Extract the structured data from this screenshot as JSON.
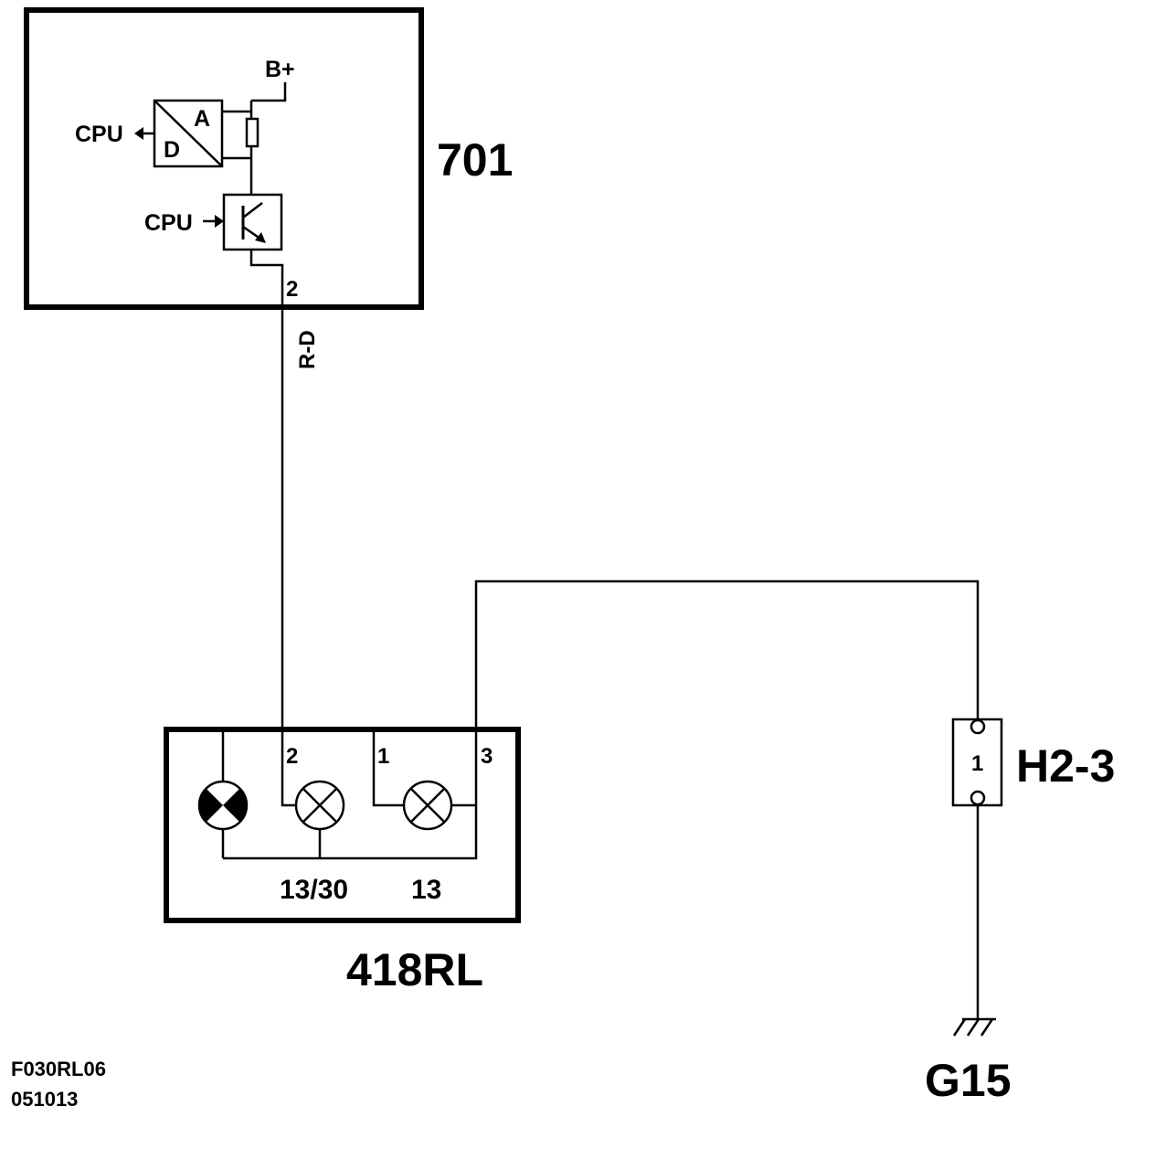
{
  "components": {
    "ecu": {
      "id": "701",
      "b_plus": "B+",
      "cpu_out": "CPU",
      "cpu_in": "CPU",
      "adc_a": "A",
      "adc_d": "D",
      "pin": "2"
    },
    "wire": {
      "color_code": "R-D"
    },
    "lamp_unit": {
      "id": "418RL",
      "pin_2": "2",
      "pin_1": "1",
      "pin_3": "3",
      "label_1330": "13/30",
      "label_13": "13"
    },
    "connector": {
      "id": "H2-3",
      "pin": "1"
    },
    "ground": {
      "id": "G15"
    }
  },
  "footer": {
    "drawing_code": "F030RL06",
    "date_code": "051013"
  },
  "colors": {
    "line": "#000000",
    "background": "#ffffff"
  }
}
